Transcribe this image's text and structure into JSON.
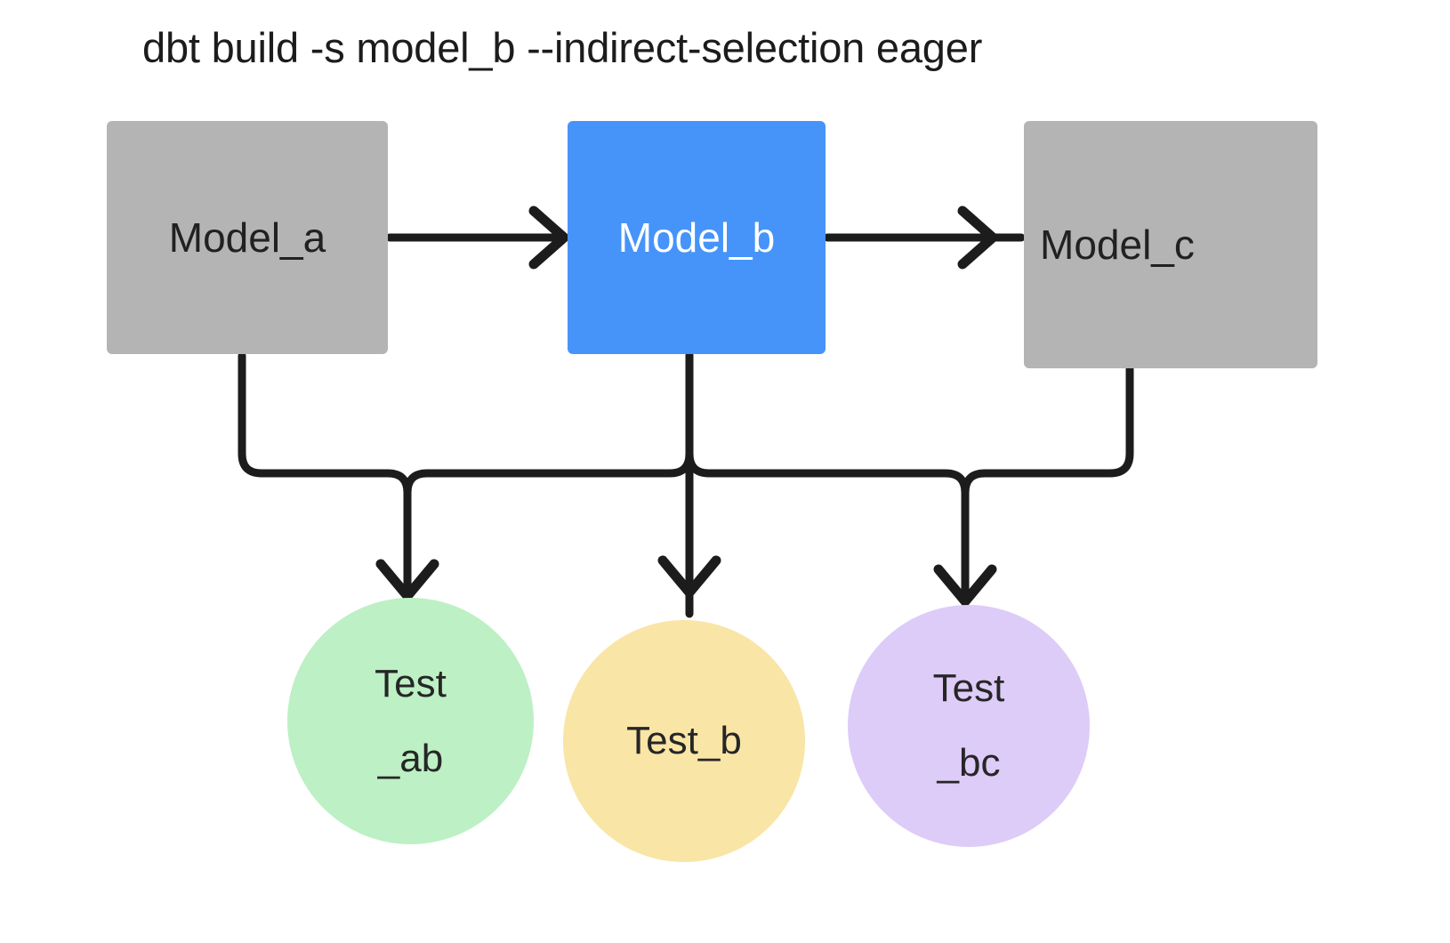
{
  "diagram": {
    "title": "dbt build -s model_b --indirect-selection eager",
    "background_color": "#ffffff",
    "edge_color": "#1c1c1c",
    "models": [
      {
        "id": "model_a",
        "label": "Model_a",
        "shape": "rectangle",
        "fill": "#b4b4b4",
        "text_color": "#212121",
        "selected": false
      },
      {
        "id": "model_b",
        "label": "Model_b",
        "shape": "rectangle",
        "fill": "#4694fa",
        "text_color": "#ffffff",
        "selected": true
      },
      {
        "id": "model_c",
        "label": "Model_c",
        "shape": "rectangle",
        "fill": "#b4b4b4",
        "text_color": "#212121",
        "selected": false
      }
    ],
    "tests": [
      {
        "id": "test_ab",
        "label_line1": "Test",
        "label_line2": "_ab",
        "shape": "circle",
        "fill": "#bdf0c5",
        "text_color": "#262626"
      },
      {
        "id": "test_b",
        "label_line1": "Test_b",
        "label_line2": "",
        "shape": "circle",
        "fill": "#f9e5a6",
        "text_color": "#262626"
      },
      {
        "id": "test_bc",
        "label_line1": "Test",
        "label_line2": "_bc",
        "shape": "circle",
        "fill": "#ddcbf8",
        "text_color": "#262626"
      }
    ],
    "edges": [
      {
        "from": "model_a",
        "to": "model_b",
        "style": "straight-arrow"
      },
      {
        "from": "model_b",
        "to": "model_c",
        "style": "straight-arrow"
      },
      {
        "from": "model_a",
        "to": "test_ab",
        "style": "elbow-arrow"
      },
      {
        "from": "model_b",
        "to": "test_ab",
        "style": "elbow-arrow"
      },
      {
        "from": "model_b",
        "to": "test_b",
        "style": "straight-arrow"
      },
      {
        "from": "model_b",
        "to": "test_bc",
        "style": "elbow-arrow"
      },
      {
        "from": "model_c",
        "to": "test_bc",
        "style": "elbow-arrow"
      }
    ]
  }
}
